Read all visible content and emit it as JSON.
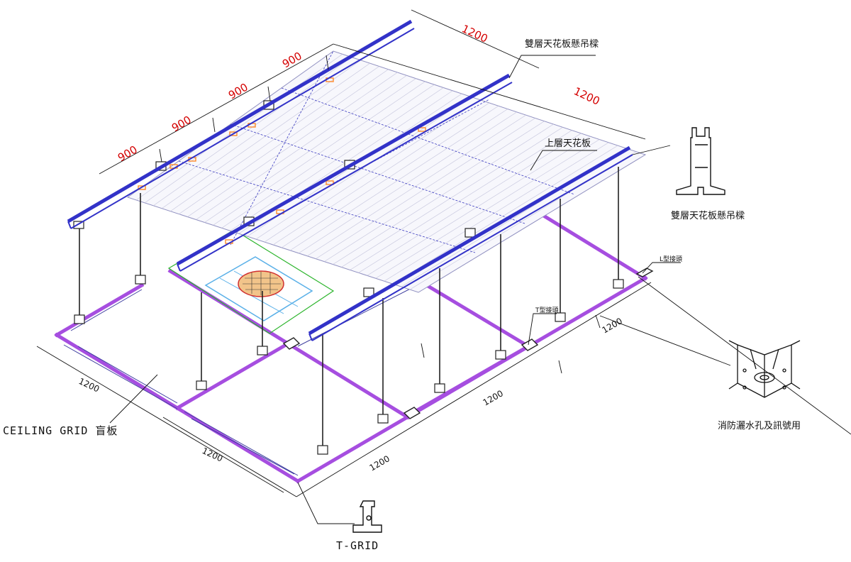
{
  "dims_upper": [
    "900",
    "900",
    "900",
    "900"
  ],
  "dim_upper_long": "1200",
  "dim_upper_right": "1200",
  "dims_lower_left": [
    "1200",
    "1200"
  ],
  "dims_lower_right": [
    "1200",
    "1200",
    "1200"
  ],
  "labels": {
    "beam_top": "雙層天花板懸吊樑",
    "upper_panel": "上層天花板",
    "beam_section": "雙層天花板懸吊樑",
    "l_joint": "L型接頭",
    "t_joint": "T型接頭",
    "sprinkler": "消防灑水孔及訊號用",
    "ceiling_grid": "CEILING GRID 盲板",
    "t_grid": "T-GRID"
  },
  "colors": {
    "beam": "#3232c8",
    "grid": "#a64ee0",
    "dim": "#d40000",
    "panel": "#b8b8d8",
    "sprinkler": "#d03030",
    "green": "#2db52d"
  }
}
